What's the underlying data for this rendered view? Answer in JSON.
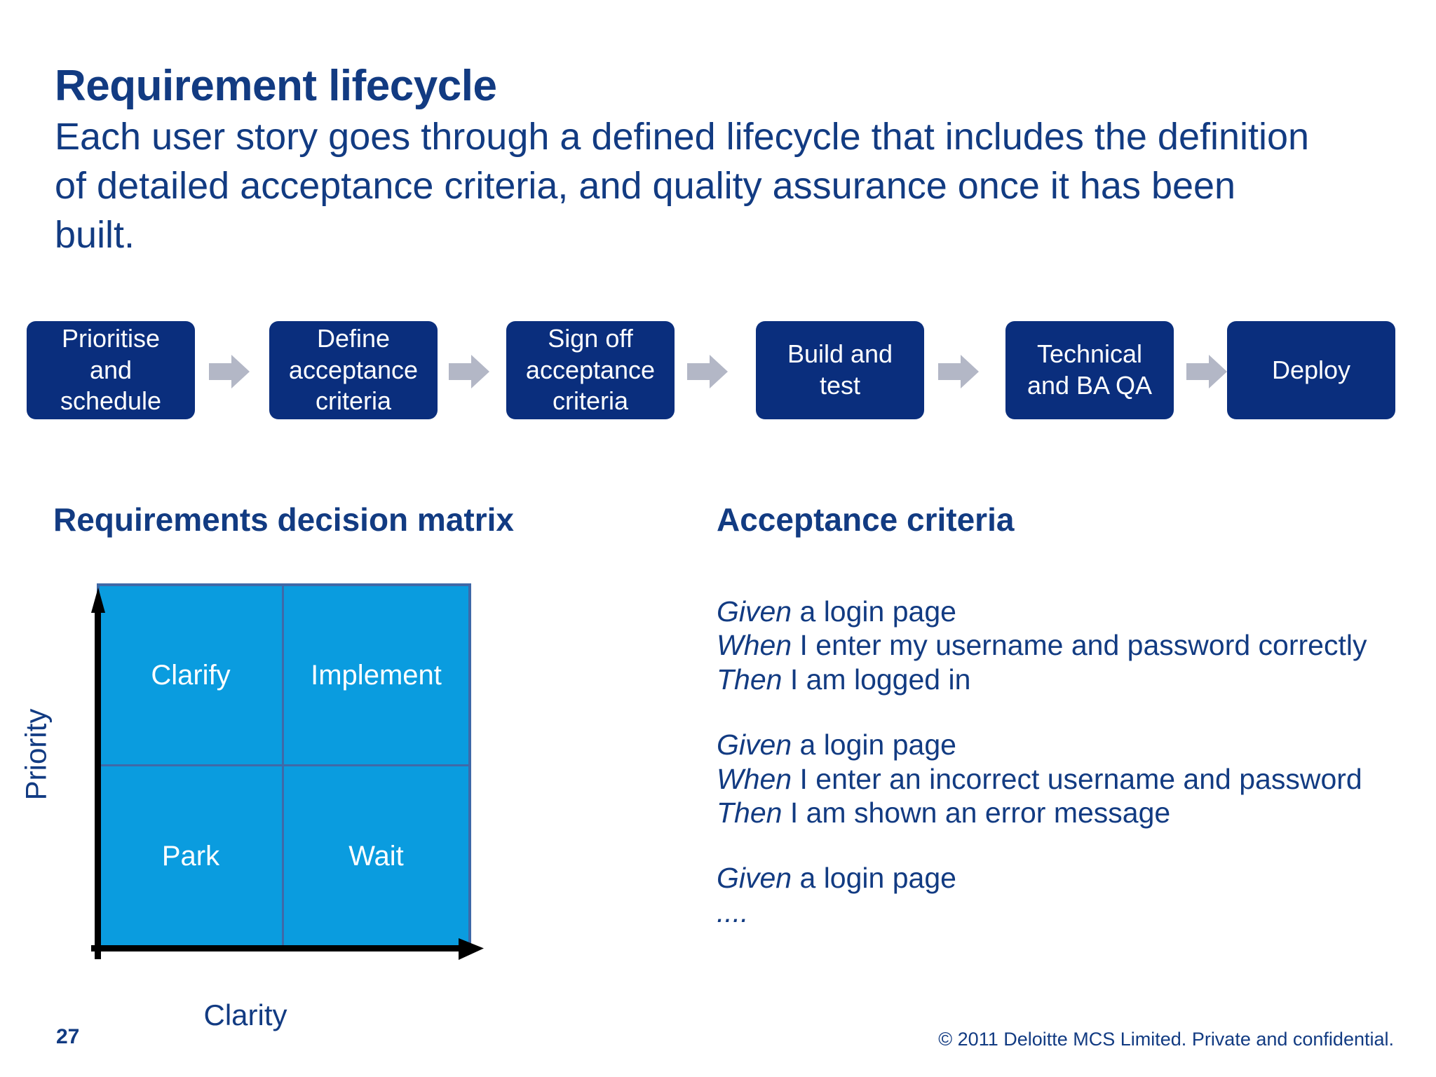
{
  "slide": {
    "title": "Requirement lifecycle",
    "subtitle_lines": [
      "Each user story goes through a defined lifecycle that includes the definition",
      "of detailed acceptance criteria, and quality assurance once it has been",
      "built."
    ],
    "page_number": "27",
    "copyright": "© 2011 Deloitte MCS Limited. Private and confidential."
  },
  "colors": {
    "navy": "#0a2e7d",
    "heading_navy": "#123b82",
    "cyan": "#0a9cdf",
    "grid_line": "#3f69a8",
    "arrow_gray": "#b3b7c6",
    "white": "#ffffff"
  },
  "flow": {
    "arrow_icon_name": "right-block-arrow-icon",
    "steps": [
      {
        "lines": [
          "Prioritise",
          "and",
          "schedule"
        ]
      },
      {
        "lines": [
          "Define",
          "acceptance",
          "criteria"
        ]
      },
      {
        "lines": [
          "Sign off",
          "acceptance",
          "criteria"
        ]
      },
      {
        "lines": [
          "Build and",
          "test"
        ]
      },
      {
        "lines": [
          "Technical",
          "and BA QA"
        ]
      },
      {
        "lines": [
          "Deploy"
        ]
      }
    ]
  },
  "matrix": {
    "heading": "Requirements decision matrix",
    "y_axis_label": "Priority",
    "x_axis_label": "Clarity",
    "y_axis_arrow_icon": "up-arrow-icon",
    "x_axis_arrow_icon": "right-arrow-icon",
    "quadrants": {
      "top_left": "Clarify",
      "top_right": "Implement",
      "bottom_left": "Park",
      "bottom_right": "Wait"
    }
  },
  "criteria": {
    "heading": "Acceptance criteria",
    "blocks": [
      {
        "lines": [
          {
            "keyword": "Given",
            "rest": " a login page"
          },
          {
            "keyword": "When",
            "rest": " I enter my username and password correctly"
          },
          {
            "keyword": "Then",
            "rest": " I am logged in"
          }
        ]
      },
      {
        "lines": [
          {
            "keyword": "Given",
            "rest": " a login page"
          },
          {
            "keyword": "When",
            "rest": " I enter an incorrect username and password"
          },
          {
            "keyword": "Then",
            "rest": " I am shown an error message"
          }
        ]
      },
      {
        "lines": [
          {
            "keyword": "Given",
            "rest": " a login page"
          },
          {
            "keyword": "....",
            "rest": ""
          }
        ]
      }
    ]
  }
}
